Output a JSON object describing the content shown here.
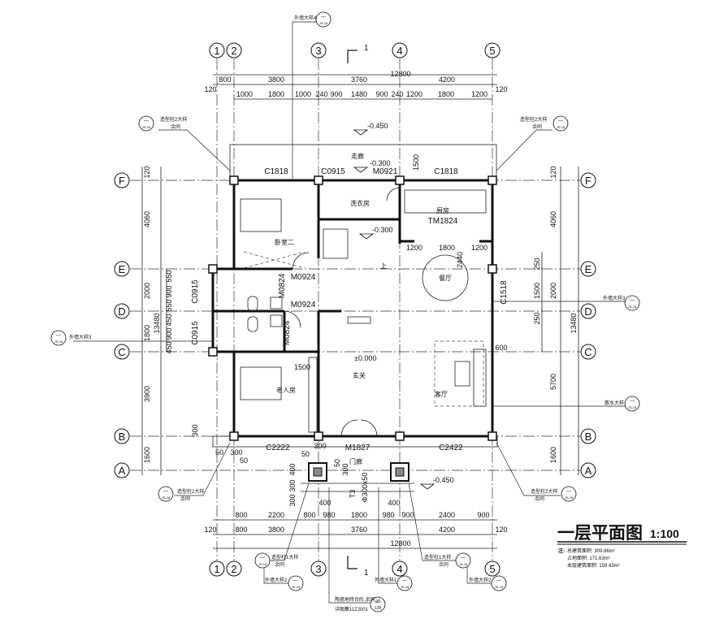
{
  "drawing": {
    "title": "一层平面图",
    "scale": "1:100",
    "notes": {
      "prefix": "注:",
      "total_area": "总建筑面积: 309.86m²",
      "footprint": "占地面积: 171.63m²",
      "floor_area": "本层建筑面积: 159.43m²"
    }
  },
  "grid": {
    "columns": [
      "1",
      "2",
      "3",
      "4",
      "5"
    ],
    "rows": [
      "F",
      "E",
      "D",
      "C",
      "B",
      "A"
    ]
  },
  "section_mark": "1",
  "dims": {
    "total": "12800",
    "top_main": [
      "800",
      "3800",
      "3760",
      "4200"
    ],
    "top_detail": [
      "1000",
      "1800",
      "1000",
      "240",
      "900",
      "1480",
      "900",
      "240",
      "1200",
      "1800",
      "1200"
    ],
    "bottom_detail": [
      "800",
      "2200",
      "800",
      "980",
      "1800",
      "980",
      "900",
      "2400",
      "900"
    ],
    "bottom_main": [
      "800",
      "3800",
      "3760",
      "4200"
    ],
    "edge": "120",
    "left_main": [
      "4060",
      "2000",
      "1800",
      "3900",
      "1600"
    ],
    "left_total": "13480",
    "left_detail": [
      "550",
      "900",
      "550",
      "450",
      "900",
      "450"
    ],
    "right_main": [
      "4060",
      "2000",
      "5700",
      "1600"
    ],
    "right_detail": [
      "250",
      "1500",
      "250",
      "600"
    ],
    "porch": [
      "300",
      "50",
      "300",
      "50",
      "50",
      "300",
      "400",
      "300",
      "300",
      "400",
      "400",
      "50",
      "300",
      "T3",
      "Φ300x50"
    ],
    "misc": [
      "1500",
      "1500",
      "1200",
      "1800",
      "1200",
      "2440"
    ]
  },
  "levels": {
    "outside_top": "-0.450",
    "corridor": "-0.300",
    "stair": "-0.300",
    "floor": "±0.000",
    "outside_bottom": "-0.450"
  },
  "rooms": {
    "bedroom2": "卧室二",
    "laundry": "洗衣房",
    "kitchen": "厨房",
    "kitchen_door": "TM1824",
    "dining": "餐厅",
    "living": "客厅",
    "elder": "老人房",
    "foyer": "玄关",
    "corridor": "走廊",
    "stair_up": "上",
    "porch": "门廊"
  },
  "openings": {
    "c1818_a": "C1818",
    "c0915_top": "C0915",
    "m0921": "M0921",
    "c1818_b": "C1818",
    "m0924_a": "M0924",
    "m0924_b": "M0924",
    "m0824_a": "M0824",
    "m0824_b": "M0824",
    "c0915_l1": "C0915",
    "c0915_l2": "C0915",
    "c1518": "C1518",
    "c2222": "C2222",
    "m1827": "M1827",
    "c2422": "C2422"
  },
  "callouts": {
    "wall4": "外墙大样4",
    "col2_tl": "造型柱2大样",
    "col2_tr": "造型柱2大样",
    "col2_bl": "造型柱2大样",
    "col2_br": "造型柱2大样",
    "same": "余同",
    "wall3_l": "外墙大样3",
    "wall3_r": "外墙大样3",
    "apron": "散水大样",
    "col1_l": "造型柱1大样",
    "col1_r": "造型柱1大样",
    "wall2_l": "外墙大样2",
    "wall1": "外墙大样1",
    "wall2_r": "外墙大样2",
    "steps": "陶瓷地砖台阶,余同",
    "atlas": "详图集11ZJ001",
    "ref_top": "—",
    "ref_bottom": "JS-18",
    "steps_top": "a5",
    "steps_bottom": "128"
  }
}
